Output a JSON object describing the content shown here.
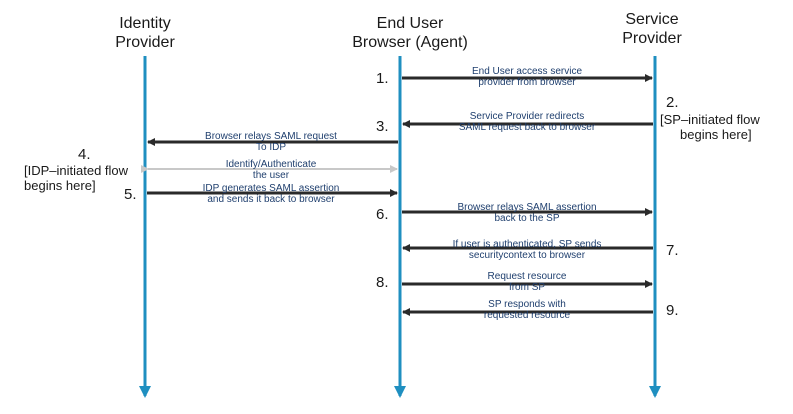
{
  "participants": [
    {
      "name_line1": "Identity",
      "name_line2": "Provider"
    },
    {
      "name_line1": "End User",
      "name_line2": "Browser (Agent)"
    },
    {
      "name_line1": "Service",
      "name_line2": "Provider"
    }
  ],
  "steps": [
    {
      "num": "1.",
      "text_line1": "End User access service",
      "text_line2": "provider from browser"
    },
    {
      "num": "2.",
      "note_line1": "[SP–initiated flow",
      "note_line2": "begins here]"
    },
    {
      "num": "3.",
      "text_line1": "Service Provider redirects",
      "text_line2": "SAML request back to browser"
    },
    {
      "text_line1": "Browser relays SAML request",
      "text_line2": "To IDP"
    },
    {
      "num": "4.",
      "note_line1": "[IDP–initiated flow",
      "note_line2": "begins here]"
    },
    {
      "text_line1": "Identify/Authenticate",
      "text_line2": "the user"
    },
    {
      "num": "5.",
      "text_line1": "IDP generates SAML assertion",
      "text_line2": "and sends it back to browser"
    },
    {
      "num": "6.",
      "text_line1": "Browser relays SAML assertion",
      "text_line2": "back to the SP"
    },
    {
      "num": "7.",
      "text_line1": "If user is authenticated, SP sends",
      "text_line2": "securitycontext to browser"
    },
    {
      "num": "8.",
      "text_line1": "Request resource",
      "text_line2": "from SP"
    },
    {
      "num": "9.",
      "text_line1": "SP responds with",
      "text_line2": "requested resource"
    }
  ],
  "colors": {
    "lifeline": "#1f8fc0",
    "arrow": "#2a2a2a",
    "auth_arrow": "#c8c8c8",
    "label": "#1f3f6e"
  }
}
